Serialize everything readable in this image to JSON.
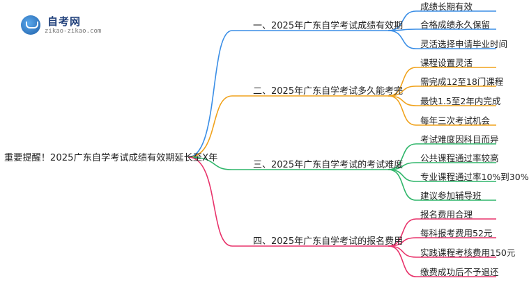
{
  "brand": {
    "name": "自考网",
    "url": "zikao-zikao.com"
  },
  "mindmap": {
    "root": "重要提醒！2025广东自学考试成绩有效期延长至X年",
    "branches": [
      {
        "label": "一、2025年广东自学考试成绩有效期",
        "color": "#3a8ee6",
        "leaves": [
          "成绩长期有效",
          "合格成绩永久保留",
          "灵活选择申请毕业时间"
        ]
      },
      {
        "label": "二、2025年广东自学考试多久能考完",
        "color": "#f0a21b",
        "leaves": [
          "课程设置灵活",
          "需完成12至18门课程",
          "最快1.5至2年内完成",
          "每年三次考试机会"
        ]
      },
      {
        "label": "三、2025年广东自学考试的考试难度",
        "color": "#2fb66a",
        "leaves": [
          "考试难度因科目而异",
          "公共课程通过率较高",
          "专业课程通过率10%到30%",
          "建议参加辅导班"
        ]
      },
      {
        "label": "四、2025年广东自学考试的报名费用",
        "color": "#e8336b",
        "leaves": [
          "报名费用合理",
          "每科报考费用52元",
          "实践课程考核费用150元",
          "缴费成功后不予退还"
        ]
      }
    ]
  }
}
